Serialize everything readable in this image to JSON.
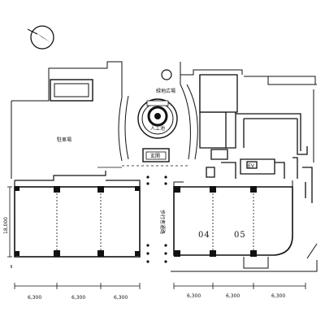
{
  "labels": {
    "plaza": "緑地広場",
    "fountain": "人工池",
    "parking": "駐車場",
    "entrance": "玄関",
    "walkway": "歩行者通路",
    "ev": "EV",
    "unit_04": "04",
    "unit_05": "05"
  },
  "dimensions": {
    "bay_width": "6,300",
    "depth": "18,000"
  },
  "icons": {
    "north_arrow": "north-arrow-icon",
    "tree": "tree-symbol-icon"
  }
}
